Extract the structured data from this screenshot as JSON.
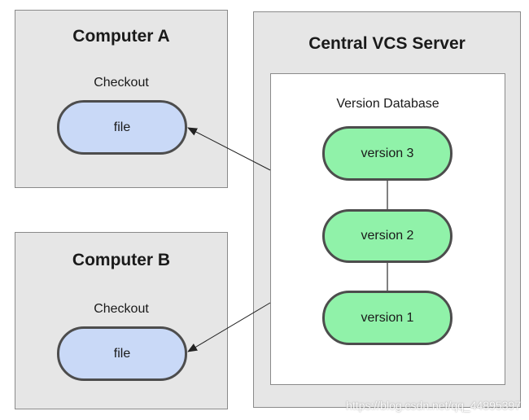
{
  "computer_a": {
    "title": "Computer A",
    "checkout_label": "Checkout",
    "file_label": "file"
  },
  "computer_b": {
    "title": "Computer B",
    "checkout_label": "Checkout",
    "file_label": "file"
  },
  "server": {
    "title": "Central VCS Server",
    "database_label": "Version Database",
    "versions": [
      "version 3",
      "version 2",
      "version 1"
    ]
  },
  "watermark": "https://blog.csdn.net/qq_44895397",
  "colors": {
    "panel_bg": "#e6e6e6",
    "file_fill": "#c9d9f7",
    "version_fill": "#90f2a9",
    "outline": "#4d4d4d"
  }
}
